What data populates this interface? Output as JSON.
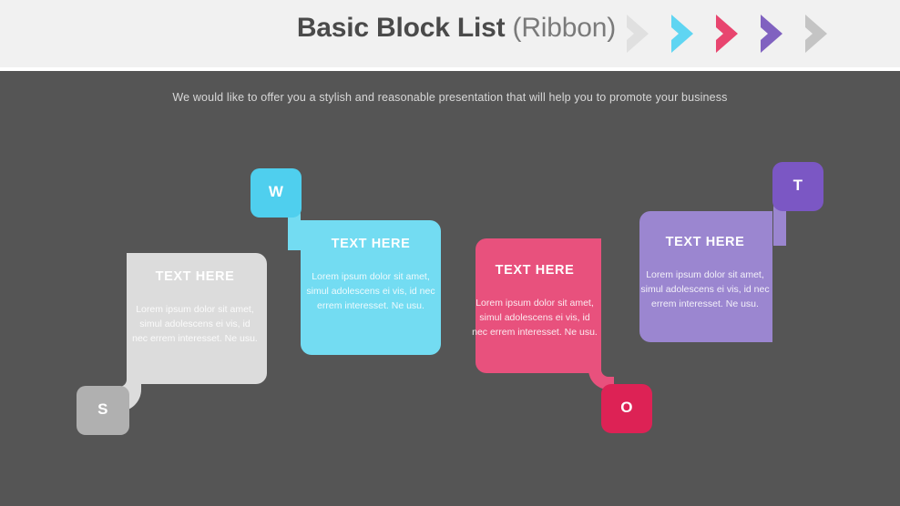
{
  "header": {
    "title_main": "Basic Block List ",
    "title_sub": "(Ribbon)",
    "arrows": [
      {
        "name": "chevron-arrow-1",
        "color": "#e0e0e0"
      },
      {
        "name": "chevron-arrow-2",
        "color": "#5fd5f2"
      },
      {
        "name": "chevron-arrow-3",
        "color": "#e8456f"
      },
      {
        "name": "chevron-arrow-4",
        "color": "#8062c0"
      },
      {
        "name": "chevron-arrow-5",
        "color": "#c4c4c4"
      }
    ]
  },
  "subtitle": "We would like to offer you a stylish and reasonable presentation that will help you to promote your business",
  "canvas": {
    "background": "#555555",
    "header_background": "#f1f1f1"
  },
  "blocks": [
    {
      "id": "block-s",
      "letter": "S",
      "heading": "TEXT HERE",
      "body": "Lorem ipsum dolor sit amet, simul adolescens ei vis, id nec errem interesset. Ne usu.",
      "body_color": "#dcdcdc",
      "badge_color": "#b0b0b0",
      "heading_color": "#ffffff",
      "text_color": "#f0f0f0",
      "badge_position": "bottom-left"
    },
    {
      "id": "block-w",
      "letter": "W",
      "heading": "TEXT HERE",
      "body": "Lorem ipsum dolor sit amet, simul adolescens ei vis, id nec errem interesset. Ne usu.",
      "body_color": "#73dcf2",
      "badge_color": "#4fcfee",
      "heading_color": "#ffffff",
      "text_color": "#ffffff",
      "badge_position": "top-left"
    },
    {
      "id": "block-o",
      "letter": "O",
      "heading": "TEXT HERE",
      "body": "Lorem ipsum dolor sit amet, simul adolescens ei vis, id nec errem interesset. Ne usu.",
      "body_color": "#e8517d",
      "badge_color": "#dd2255",
      "heading_color": "#ffffff",
      "text_color": "#ffffff",
      "badge_position": "bottom-right"
    },
    {
      "id": "block-t",
      "letter": "T",
      "heading": "TEXT HERE",
      "body": "Lorem ipsum dolor sit amet, simul adolescens ei vis, id nec errem interesset. Ne usu.",
      "body_color": "#9b86d0",
      "badge_color": "#7b57c4",
      "heading_color": "#ffffff",
      "text_color": "#ffffff",
      "badge_position": "top-right"
    }
  ]
}
